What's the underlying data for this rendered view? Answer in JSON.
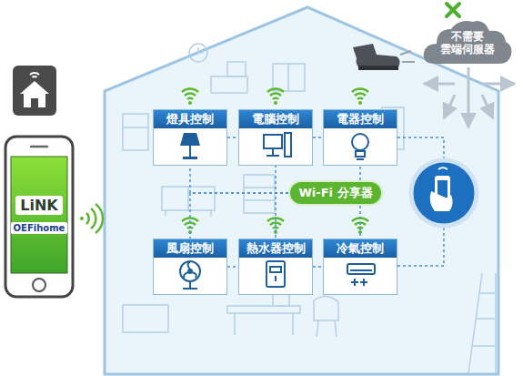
{
  "diagram": {
    "nodes": [
      {
        "text": [
          "不需要 雲端伺服器"
        ]
      },
      {
        "text": [
          "LiNK",
          "OEFihome"
        ]
      },
      {
        "text": [
          "燈具控制"
        ]
      },
      {
        "text": [
          "電腦控制"
        ]
      },
      {
        "text": [
          "電器控制"
        ]
      },
      {
        "text": [
          "Wi-Fi 分享器"
        ]
      },
      {
        "text": [
          "風扇控制"
        ]
      },
      {
        "text": [
          "熱水器控制"
        ]
      },
      {
        "text": [
          "冷氣控制"
        ]
      }
    ],
    "edges": [
      {
        "from": 2,
        "to": 3,
        "arrow": "none"
      },
      {
        "from": 3,
        "to": 4,
        "arrow": "none"
      },
      {
        "from": 5,
        "to": 2,
        "arrow": "none"
      },
      {
        "from": 5,
        "to": 3,
        "arrow": "none"
      },
      {
        "from": 5,
        "to": 4,
        "arrow": "none"
      },
      {
        "from": 5,
        "to": 6,
        "arrow": "none"
      },
      {
        "from": 5,
        "to": 7,
        "arrow": "none"
      },
      {
        "from": 5,
        "to": 8,
        "arrow": "none"
      },
      {
        "from": 6,
        "to": 7,
        "arrow": "none"
      },
      {
        "from": 7,
        "to": 8,
        "arrow": "none"
      }
    ]
  }
}
